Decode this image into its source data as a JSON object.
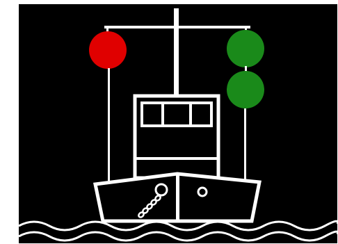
{
  "scene": {
    "subject": "vessel-lights-signal",
    "colors": {
      "frame": "#ffffff",
      "background": "#000000",
      "outline": "#ffffff",
      "port_light": "#e00000",
      "starboard_light": "#1a8a1a"
    },
    "lights": [
      {
        "id": "red-ball",
        "color": "red"
      },
      {
        "id": "green-ball-upper",
        "color": "green"
      },
      {
        "id": "green-ball-lower",
        "color": "green"
      }
    ]
  }
}
